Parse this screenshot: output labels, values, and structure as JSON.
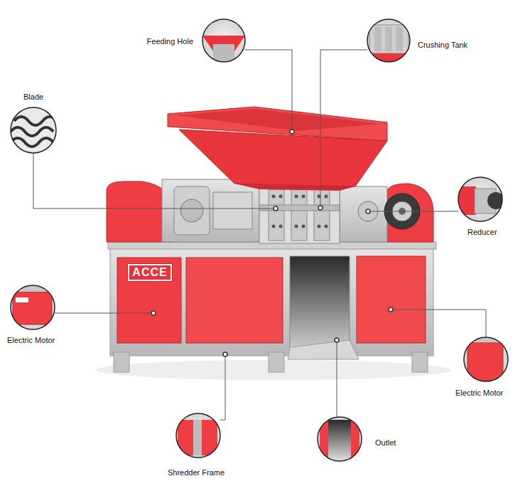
{
  "diagram": {
    "nodes": [
      {
        "text": [
          "ACCE"
        ]
      }
    ],
    "labels": [
      "Feeding Hole",
      "Crushing Tank",
      "Blade",
      "Reducer",
      "Electric Motor",
      "Electric Motor",
      "Shredder Frame",
      "Outlet"
    ]
  }
}
